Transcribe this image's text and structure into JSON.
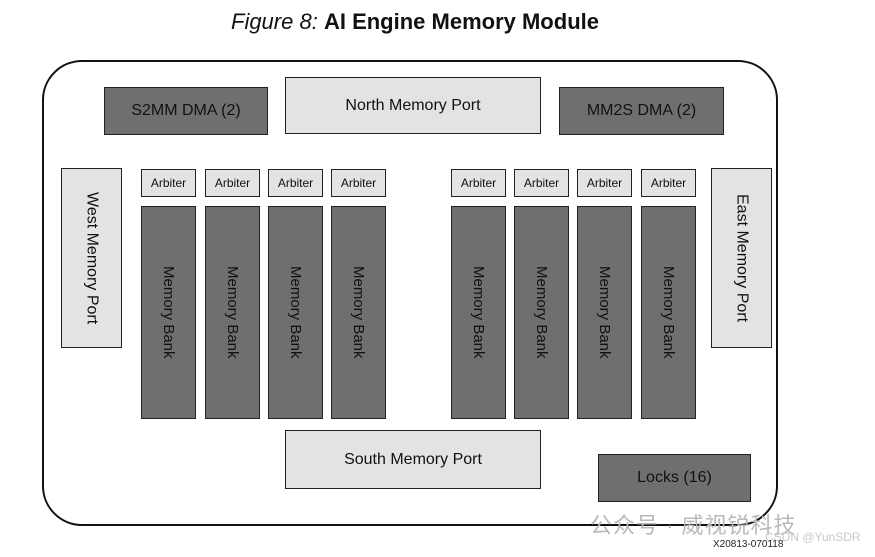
{
  "caption": {
    "figure": "Figure 8:",
    "title": "AI Engine Memory Module"
  },
  "ports": {
    "north": "North Memory Port",
    "south": "South Memory Port",
    "west": "West Memory Port",
    "east": "East Memory Port"
  },
  "dma": {
    "s2mm": "S2MM DMA (2)",
    "mm2s": "MM2S DMA (2)"
  },
  "locks": "Locks (16)",
  "arbiters": [
    "Arbiter",
    "Arbiter",
    "Arbiter",
    "Arbiter",
    "Arbiter",
    "Arbiter",
    "Arbiter",
    "Arbiter"
  ],
  "banks": [
    "Memory Bank",
    "Memory Bank",
    "Memory Bank",
    "Memory Bank",
    "Memory Bank",
    "Memory Bank",
    "Memory Bank",
    "Memory Bank"
  ],
  "watermark": "公众号 · 威视锐科技",
  "watermark_csdn": "CSDN @YunSDR",
  "doc_id": "X20813-070118",
  "colors": {
    "light": "#e3e3e3",
    "dark": "#6f6f6f",
    "border": "#222222"
  }
}
